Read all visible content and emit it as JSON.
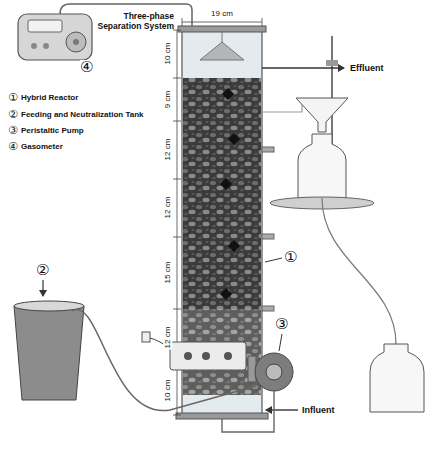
{
  "diagram": {
    "labels": [
      "Three-phase Separation System",
      "19 cm",
      "10 cm",
      "9 cm",
      "12 cm",
      "12 cm",
      "15 cm",
      "12 cm",
      "10 cm",
      "Effluent",
      "Influent",
      "①",
      "Hybrid Reactor",
      "②",
      "Feeding and Neutralization Tank",
      "③",
      "Peristaltic Pump",
      "④",
      "Gasometer",
      "④",
      "①",
      "②",
      "③"
    ]
  }
}
